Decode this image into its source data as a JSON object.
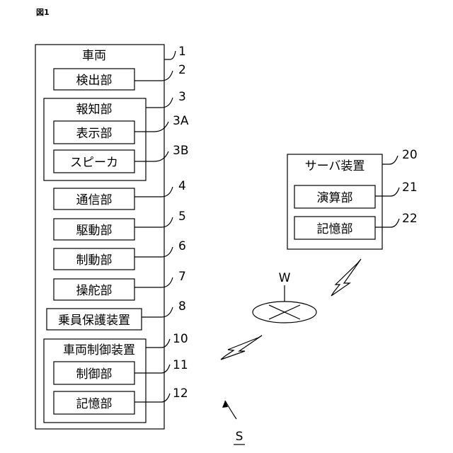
{
  "figure_label": "図1",
  "vehicle": {
    "title": "車両",
    "ref": "1",
    "detector": {
      "label": "検出部",
      "ref": "2"
    },
    "notifier": {
      "title": "報知部",
      "ref": "3",
      "display": {
        "label": "表示部",
        "ref": "3A"
      },
      "speaker": {
        "label": "スピーカ",
        "ref": "3B"
      }
    },
    "comm": {
      "label": "通信部",
      "ref": "4"
    },
    "drive": {
      "label": "駆動部",
      "ref": "5"
    },
    "brake": {
      "label": "制動部",
      "ref": "6"
    },
    "steering": {
      "label": "操舵部",
      "ref": "7"
    },
    "occupant_protection": {
      "label": "乗員保護装置",
      "ref": "8"
    },
    "vehicle_control": {
      "title": "車両制御装置",
      "ref": "10",
      "control": {
        "label": "制御部",
        "ref": "11"
      },
      "storage": {
        "label": "記憶部",
        "ref": "12"
      }
    }
  },
  "server": {
    "title": "サーバ装置",
    "ref": "20",
    "compute": {
      "label": "演算部",
      "ref": "21"
    },
    "storage": {
      "label": "記憶部",
      "ref": "22"
    }
  },
  "network": {
    "ref": "W"
  },
  "system": {
    "ref": "S"
  }
}
